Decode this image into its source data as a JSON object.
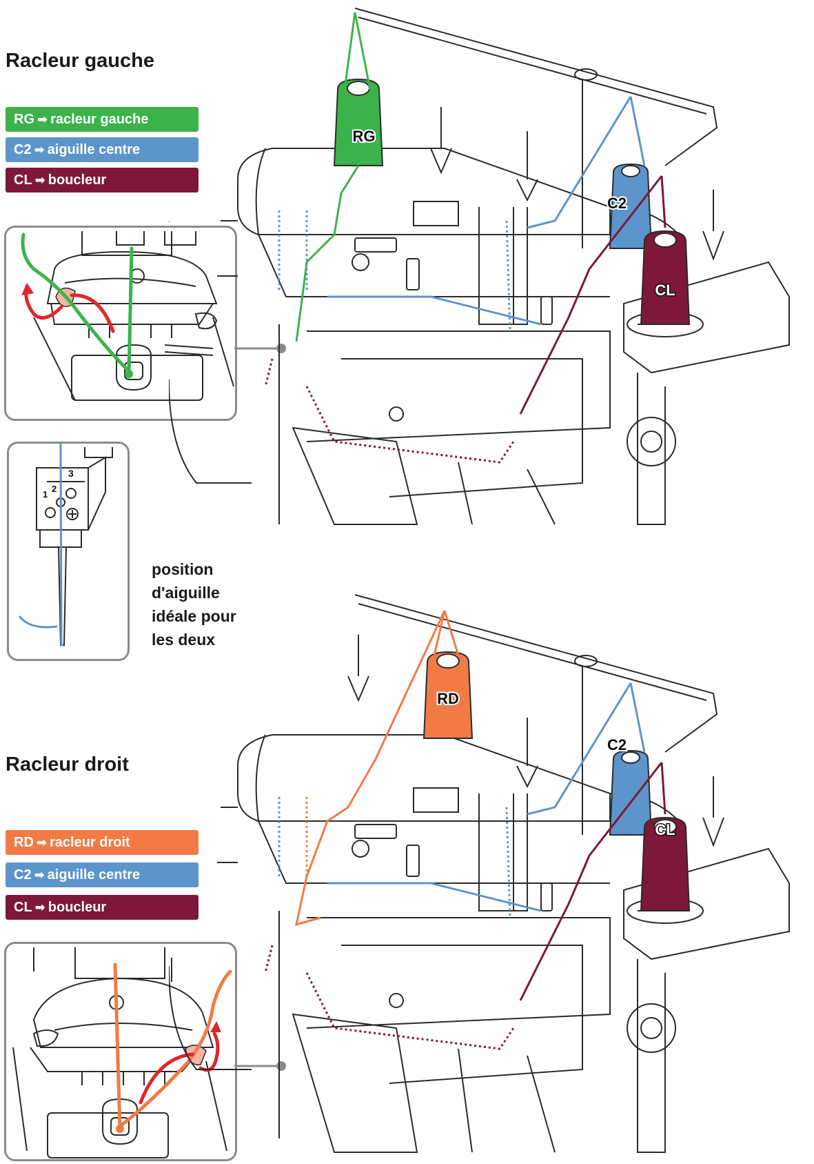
{
  "colors": {
    "green": "#3cb34a",
    "blue": "#5b95cb",
    "maroon": "#7d1838",
    "orange": "#f07b45",
    "red": "#e0262b",
    "frame": "#8a8a8a",
    "outline": "#2a2a2a"
  },
  "sections": [
    {
      "id": "left",
      "title": "Racleur gauche",
      "legend": [
        {
          "code": "RG",
          "text": "racleur gauche",
          "color": "#3cb34a"
        },
        {
          "code": "C2",
          "text": "aiguille centre",
          "color": "#5b95cb"
        },
        {
          "code": "CL",
          "text": "boucleur",
          "color": "#7d1838"
        }
      ],
      "spools": {
        "scraper": "RG",
        "needle": "C2",
        "looper": "CL"
      },
      "scraper_color": "#3cb34a"
    },
    {
      "id": "right",
      "title": "Racleur droit",
      "legend": [
        {
          "code": "RD",
          "text": "racleur droit",
          "color": "#f07b45"
        },
        {
          "code": "C2",
          "text": "aiguille centre",
          "color": "#5b95cb"
        },
        {
          "code": "CL",
          "text": "boucleur",
          "color": "#7d1838"
        }
      ],
      "spools": {
        "scraper": "RD",
        "needle": "C2",
        "looper": "CL"
      },
      "scraper_color": "#f07b45"
    }
  ],
  "needle_detail": {
    "position_numbers": [
      "1",
      "2",
      "3"
    ],
    "note_lines": [
      "position",
      "d'aiguille",
      "idéale pour",
      "les deux"
    ]
  }
}
